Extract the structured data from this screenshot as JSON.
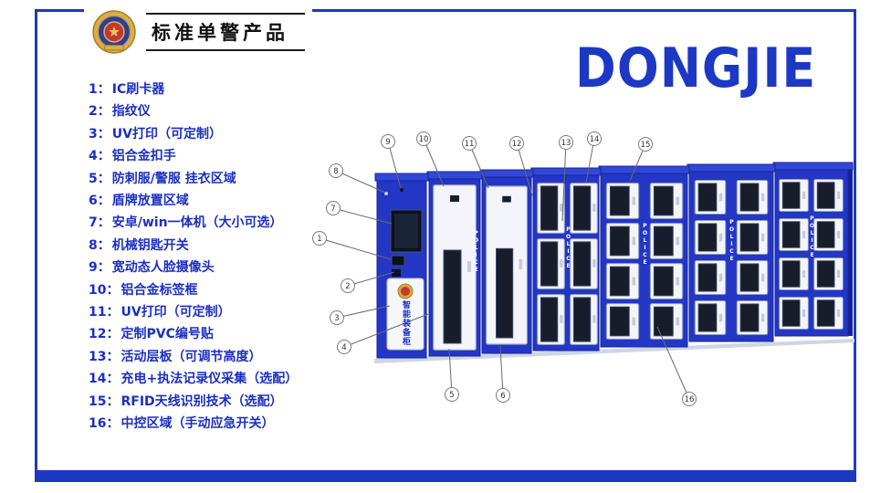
{
  "colors": {
    "accent_blue": "#1c38c4",
    "cabinet_blue": "#2336c6",
    "text_blue": "#1b2fc0"
  },
  "header": {
    "title": "标准单警产品",
    "badge_icon": "police-badge"
  },
  "logo": {
    "text": "DONGJIE"
  },
  "features": {
    "items": [
      {
        "num": "1：",
        "label": "IC刷卡器"
      },
      {
        "num": "2：",
        "label": "指纹仪"
      },
      {
        "num": "3：",
        "label": "UV打印（可定制）"
      },
      {
        "num": "4：",
        "label": "铝合金扣手"
      },
      {
        "num": "5：",
        "label": "防刺服/警服 挂衣区域"
      },
      {
        "num": "6：",
        "label": "盾牌放置区域"
      },
      {
        "num": "7：",
        "label": "安卓/win一体机（大小可选）"
      },
      {
        "num": "8：",
        "label": "机械钥匙开关"
      },
      {
        "num": "9：",
        "label": "宽动态人脸摄像头"
      },
      {
        "num": "10：",
        "label": "铝合金标签框"
      },
      {
        "num": "11：",
        "label": "UV打印（可定制）"
      },
      {
        "num": "12：",
        "label": "定制PVC编号贴"
      },
      {
        "num": "13：",
        "label": "活动层板（可调节高度）"
      },
      {
        "num": "14：",
        "label": "充电+执法记录仪采集（选配）"
      },
      {
        "num": "15：",
        "label": "RFID天线识别技术（选配）"
      },
      {
        "num": "16：",
        "label": "中控区域（手动应急开关）"
      }
    ]
  },
  "cabinet": {
    "name_label": "智能装备柜",
    "police_label": "POLICE"
  },
  "callouts": [
    "9",
    "10",
    "11",
    "12",
    "13",
    "14",
    "15",
    "8",
    "7",
    "1",
    "2",
    "3",
    "4",
    "5",
    "6",
    "16"
  ]
}
